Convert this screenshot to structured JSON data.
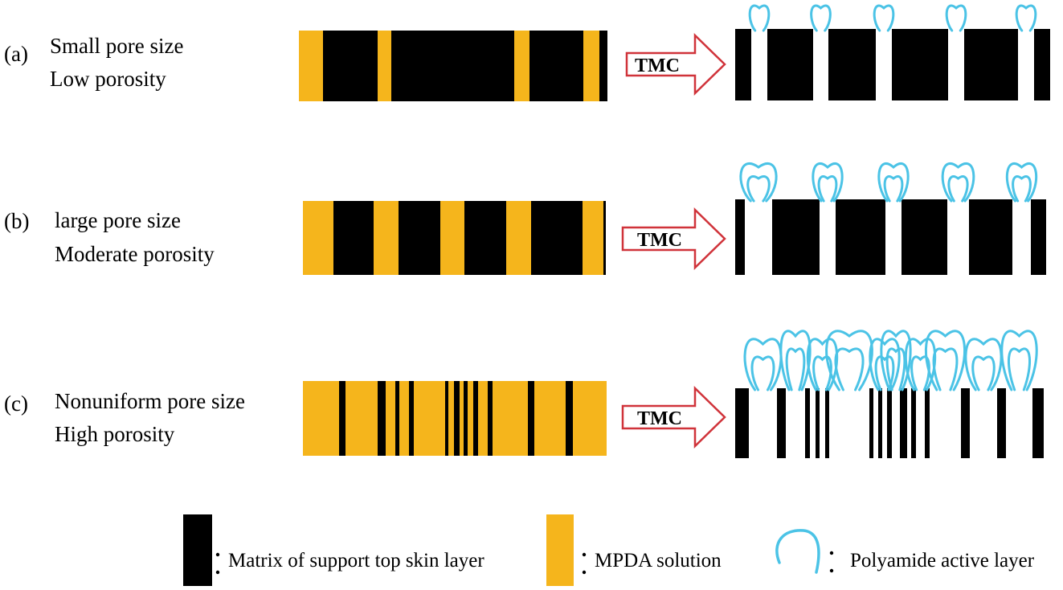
{
  "rows": [
    {
      "tag": "(a)",
      "line1": "Small pore size",
      "line2": "Low porosity",
      "before": {
        "gold": [
          [
            0,
            30
          ],
          [
            98,
            115
          ],
          [
            268,
            287
          ],
          [
            354,
            374
          ]
        ]
      },
      "after": {
        "black": [
          [
            0,
            20
          ],
          [
            40,
            97
          ],
          [
            116,
            175
          ],
          [
            195,
            265
          ],
          [
            285,
            352
          ],
          [
            372,
            392
          ]
        ],
        "loop_spans": [
          [
            20,
            40
          ],
          [
            97,
            116
          ],
          [
            175,
            195
          ],
          [
            265,
            285
          ],
          [
            352,
            372
          ]
        ]
      }
    },
    {
      "tag": "(b)",
      "line1": "large pore size",
      "line2": "Moderate porosity",
      "before": {
        "gold": [
          [
            0,
            38
          ],
          [
            88,
            119
          ],
          [
            171,
            201
          ],
          [
            253,
            284
          ],
          [
            348,
            374
          ]
        ]
      },
      "after": {
        "black": [
          [
            0,
            12
          ],
          [
            46,
            105
          ],
          [
            125,
            187
          ],
          [
            207,
            264
          ],
          [
            291,
            345
          ],
          [
            368,
            387
          ]
        ],
        "loop_spans": [
          [
            12,
            46
          ],
          [
            105,
            125
          ],
          [
            187,
            207
          ],
          [
            264,
            291
          ],
          [
            345,
            368
          ]
        ]
      }
    },
    {
      "tag": "(c)",
      "line1": "Nonuniform pore size",
      "line2": "High porosity",
      "before": {
        "black": [
          [
            45,
            53
          ],
          [
            93,
            103
          ],
          [
            115,
            120
          ],
          [
            132,
            138
          ],
          [
            177,
            181
          ],
          [
            188,
            195
          ],
          [
            200,
            205
          ],
          [
            212,
            218
          ],
          [
            230,
            236
          ],
          [
            280,
            288
          ],
          [
            327,
            336
          ]
        ]
      },
      "after": {
        "black": [
          [
            0,
            17
          ],
          [
            52,
            63
          ],
          [
            87,
            93
          ],
          [
            100,
            105
          ],
          [
            112,
            117
          ],
          [
            167,
            172
          ],
          [
            178,
            183
          ],
          [
            189,
            195
          ],
          [
            205,
            214
          ],
          [
            219,
            225
          ],
          [
            236,
            242
          ],
          [
            281,
            292
          ],
          [
            326,
            337
          ],
          [
            370,
            384
          ]
        ],
        "loop_spans": [
          [
            17,
            52
          ],
          [
            63,
            87
          ],
          [
            105,
            112
          ],
          [
            117,
            167
          ],
          [
            183,
            189
          ],
          [
            195,
            205
          ],
          [
            225,
            236
          ],
          [
            242,
            281
          ],
          [
            292,
            326
          ],
          [
            337,
            370
          ]
        ]
      }
    }
  ],
  "arrow_label": "TMC",
  "legend": [
    {
      "key": "matrix",
      "text": "Matrix of support top skin layer"
    },
    {
      "key": "mpda",
      "text": "MPDA solution"
    },
    {
      "key": "polyamide",
      "text": "Polyamide active layer"
    }
  ],
  "colors": {
    "matrix": "#000000",
    "mpda": "#F5B51C",
    "polyamide": "#4BC3E6",
    "arrow_stroke": "#D0333A",
    "arrow_fill": "#FFFFFF"
  }
}
